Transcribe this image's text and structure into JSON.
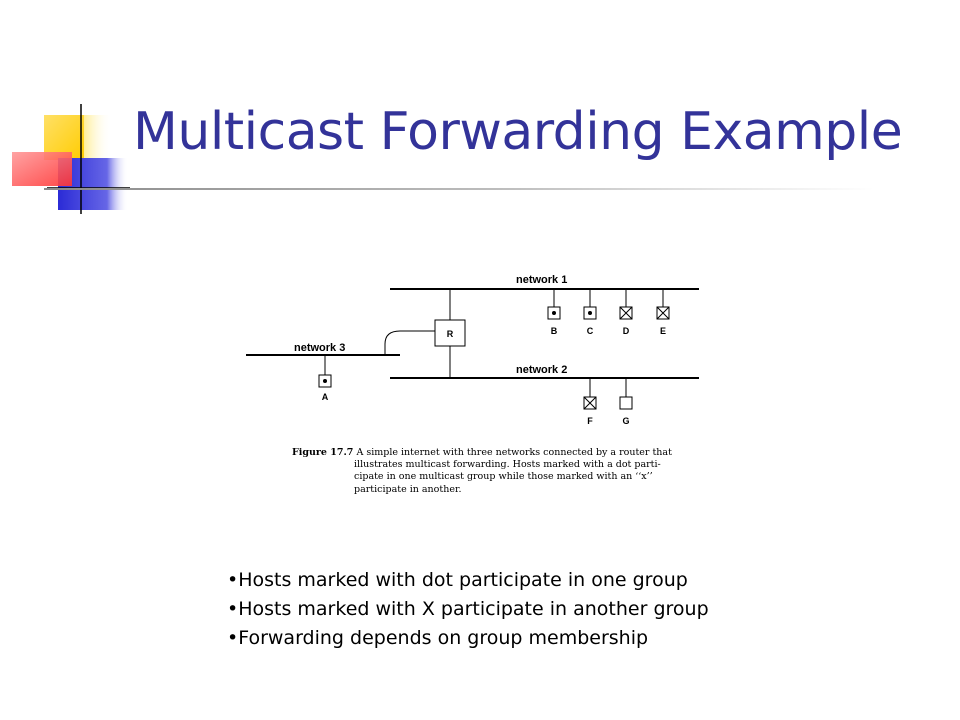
{
  "slide": {
    "title": "Multicast Forwarding Example"
  },
  "diagram": {
    "networks": [
      "network 1",
      "network 2",
      "network 3"
    ],
    "router": "R",
    "hosts": [
      {
        "name": "A",
        "mark": "dot"
      },
      {
        "name": "B",
        "mark": "dot"
      },
      {
        "name": "C",
        "mark": "dot"
      },
      {
        "name": "D",
        "mark": "x"
      },
      {
        "name": "E",
        "mark": "x"
      },
      {
        "name": "F",
        "mark": "x"
      },
      {
        "name": "G",
        "mark": "none"
      }
    ]
  },
  "caption": {
    "figure": "Figure 17.7",
    "line1": "A simple internet with three networks connected by a router that",
    "line2": "illustrates multicast forwarding.  Hosts marked with a dot parti-",
    "line3": "cipate in one multicast group while those marked with an ‘‘x’’",
    "line4": "participate in another."
  },
  "bullets": [
    "•Hosts marked with dot participate in one group",
    "•Hosts marked with X participate in another group",
    "•Forwarding depends on group membership"
  ]
}
